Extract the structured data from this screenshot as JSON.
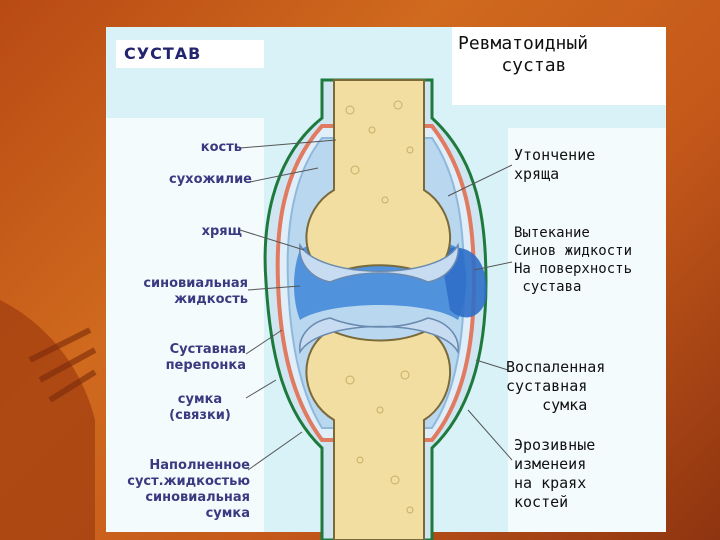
{
  "slide": {
    "colors": {
      "background": "#c4581a",
      "panel": "#d8f2f8",
      "bone": "#f1dea0",
      "cartilage": "#c7dcf0",
      "synovial_fluid": "#3e86d8",
      "membrane_green": "#2f8a4a",
      "membrane_red": "#e07a60"
    }
  },
  "header": {
    "left_title": "СУСТАВ",
    "right_title": "Ревматоидный\n    сустав"
  },
  "left_labels": [
    {
      "id": "bone",
      "text": "кость"
    },
    {
      "id": "tendon",
      "text": "сухожилие"
    },
    {
      "id": "cartilage",
      "text": "хрящ"
    },
    {
      "id": "synovial-fluid",
      "text": "синовиальная\nжидкость"
    },
    {
      "id": "joint-membrane",
      "text": "Суставная\nперепонка"
    },
    {
      "id": "bursa",
      "text": "сумка\n(связки)"
    },
    {
      "id": "filled-bursa",
      "text": "Наполненное\nсуст.жидкостью\nсиновиальная\nсумка"
    }
  ],
  "right_labels": [
    {
      "id": "cartilage-thinning",
      "text": "Утончение\nхряща"
    },
    {
      "id": "fluid-leak",
      "text": "Вытекание\nСинов жидкости\nНа поверхность\n сустава"
    },
    {
      "id": "inflamed-bursa",
      "text": "Воспаленная\nсуставная\n    сумка"
    },
    {
      "id": "erosive-changes",
      "text": "Эрозивные\nизменеия\nна краях\nкостей"
    }
  ]
}
